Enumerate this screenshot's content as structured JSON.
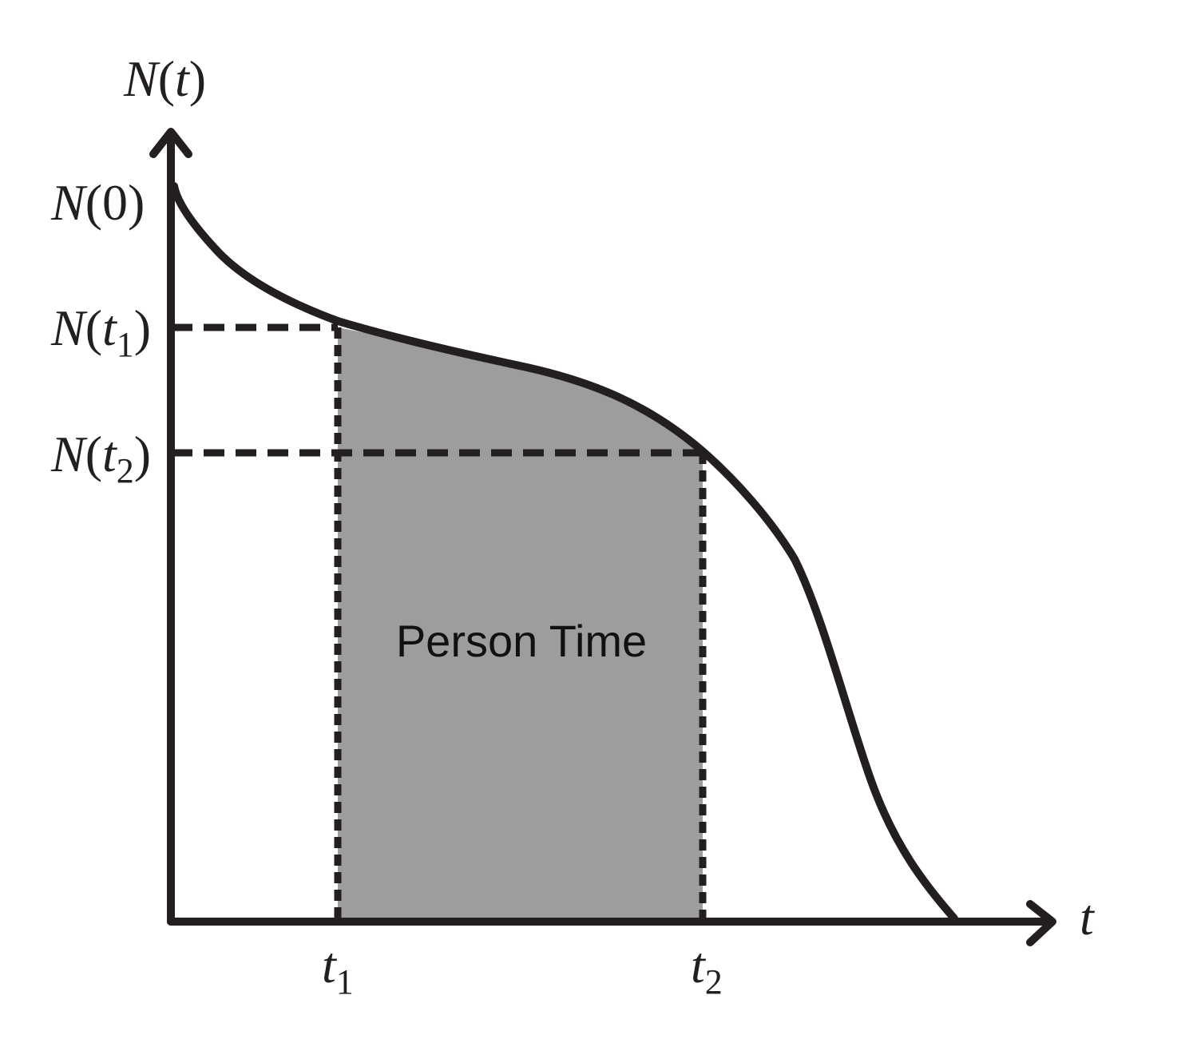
{
  "diagram": {
    "y_axis": {
      "name": "N",
      "paren_open": "(",
      "var": "t",
      "paren_close": ")"
    },
    "x_axis": {
      "var": "t"
    },
    "y_ticks": {
      "n0": {
        "name": "N",
        "open": "(",
        "arg": "0",
        "close": ")"
      },
      "nt1": {
        "name": "N",
        "open": "(",
        "arg": "t",
        "sub": "1",
        "close": ")"
      },
      "nt2": {
        "name": "N",
        "open": "(",
        "arg": "t",
        "sub": "2",
        "close": ")"
      }
    },
    "x_ticks": {
      "t1": {
        "var": "t",
        "sub": "1"
      },
      "t2": {
        "var": "t",
        "sub": "2"
      }
    },
    "region_label": "Person Time",
    "colors": {
      "line": "#231f20",
      "fill": "#9d9d9d",
      "background": "#ffffff"
    }
  }
}
